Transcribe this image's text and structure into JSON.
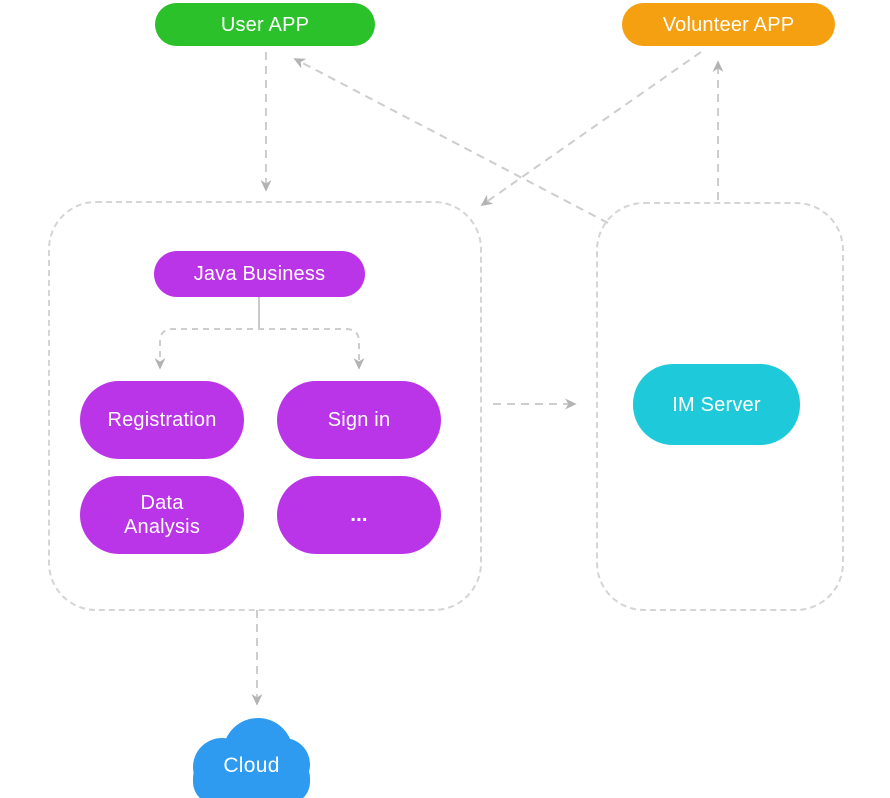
{
  "diagram": {
    "type": "architecture-flow",
    "nodes": {
      "user_app": {
        "label": "User APP",
        "color": "#2bc12b",
        "shape": "pill"
      },
      "volunteer_app": {
        "label": "Volunteer APP",
        "color": "#f4a011",
        "shape": "pill"
      },
      "java_business": {
        "label": "Java Business",
        "color": "#bb35e8",
        "shape": "pill"
      },
      "registration": {
        "label": "Registration",
        "color": "#bb35e8",
        "shape": "pill"
      },
      "sign_in": {
        "label": "Sign in",
        "color": "#bb35e8",
        "shape": "pill"
      },
      "data_analysis": {
        "label": "Data Analysis",
        "color": "#bb35e8",
        "shape": "pill"
      },
      "more": {
        "label": "...",
        "color": "#bb35e8",
        "shape": "pill"
      },
      "im_server": {
        "label": "IM Server",
        "color": "#1ec9d9",
        "shape": "pill"
      },
      "cloud": {
        "label": "Cloud",
        "color": "#2e9bf0",
        "shape": "cloud"
      }
    },
    "groups": {
      "backend_container": {
        "contains": [
          "java_business",
          "registration",
          "sign_in",
          "data_analysis",
          "more"
        ],
        "border_style": "dashed"
      },
      "im_container": {
        "contains": [
          "im_server"
        ],
        "border_style": "dashed"
      }
    },
    "edges": [
      {
        "from": "user_app",
        "to": "backend_container",
        "style": "dashed"
      },
      {
        "from": "im_container",
        "to": "user_app",
        "style": "dashed"
      },
      {
        "from": "volunteer_app",
        "to": "backend_container",
        "style": "dashed"
      },
      {
        "from": "im_container",
        "to": "volunteer_app",
        "style": "dashed"
      },
      {
        "from": "backend_container",
        "to": "im_container",
        "style": "dashed"
      },
      {
        "from": "backend_container",
        "to": "cloud",
        "style": "dashed"
      },
      {
        "from": "java_business",
        "to": "registration",
        "style": "dashed-branch"
      },
      {
        "from": "java_business",
        "to": "sign_in",
        "style": "dashed-branch"
      }
    ],
    "colors": {
      "connector": "#cdcdcd",
      "connector_solid": "#c9c9c9",
      "arrowhead": "#b3b3b3",
      "container_border": "#d5d5d5",
      "node_text": "#ffffff",
      "background": "#ffffff"
    }
  }
}
